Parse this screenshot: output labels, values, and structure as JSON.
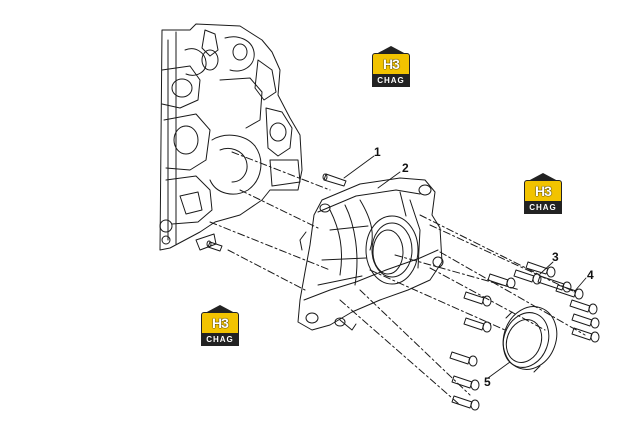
{
  "watermark": {
    "brand_top": "H3",
    "brand_bottom": "CHAG"
  },
  "callouts": [
    {
      "id": "1",
      "label": "1"
    },
    {
      "id": "2",
      "label": "2"
    },
    {
      "id": "3",
      "label": "3"
    },
    {
      "id": "4",
      "label": "4"
    },
    {
      "id": "5",
      "label": "5"
    }
  ],
  "colors": {
    "line": "#1a1a1a",
    "logo_yellow": "#f2c300",
    "logo_dark": "#222222"
  }
}
